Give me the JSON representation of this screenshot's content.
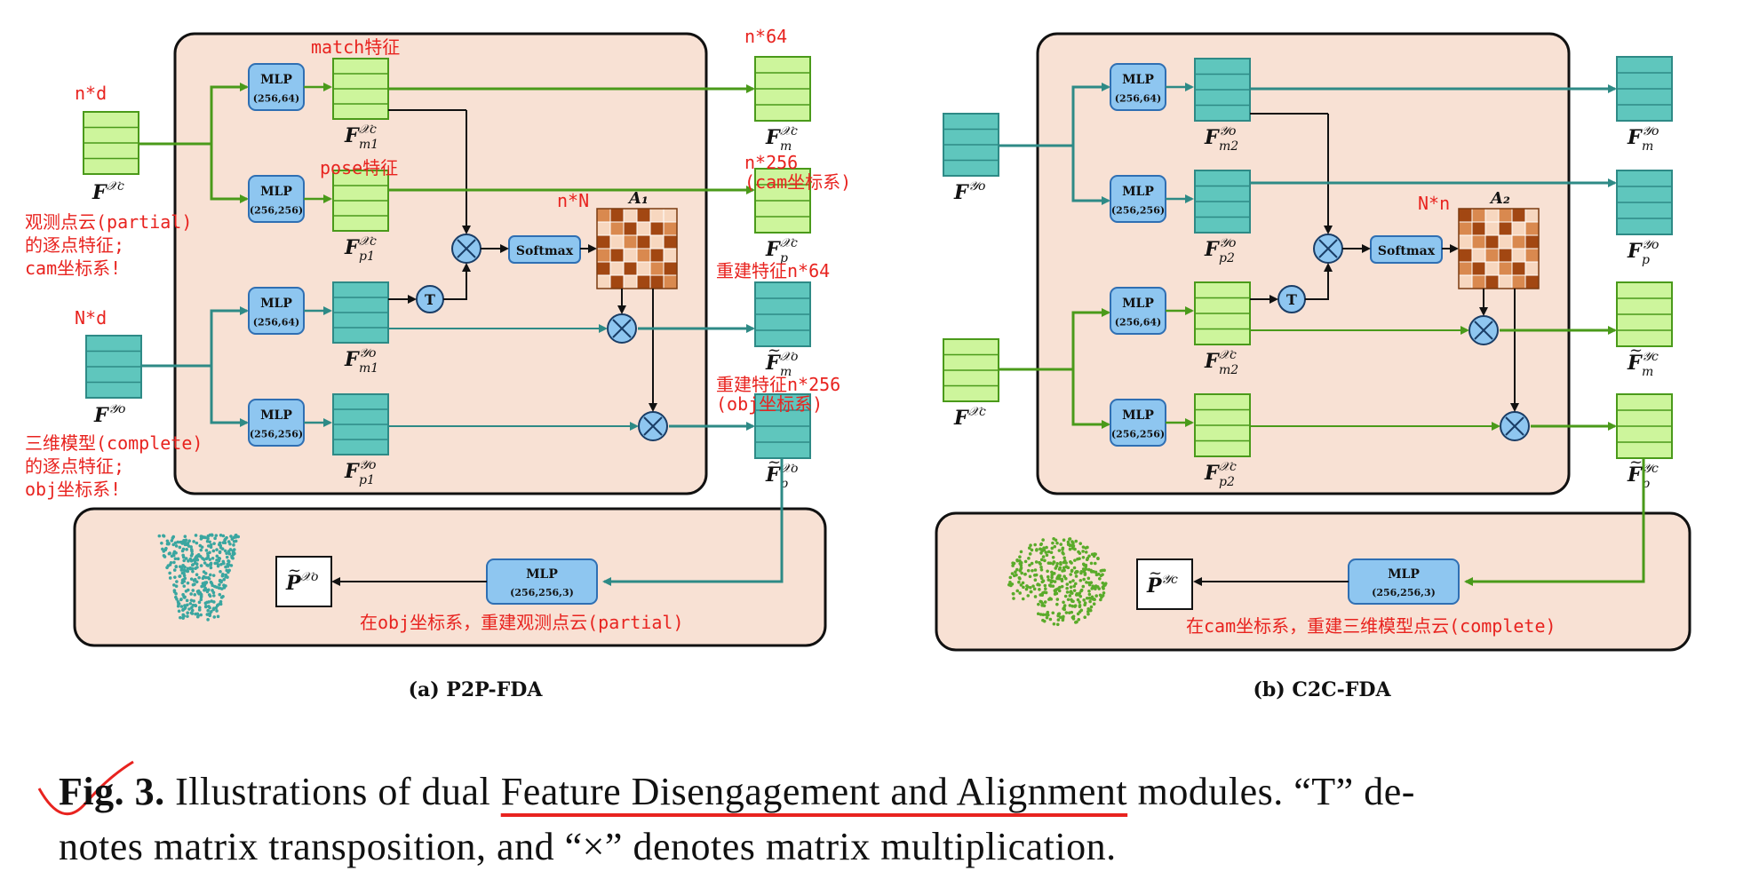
{
  "colors": {
    "panel_fill": "#f8e1d4",
    "teal": "#5fc6bd",
    "teal_dark": "#2e8a86",
    "green": "#cdf59c",
    "green_dark": "#4a9a1a",
    "mlp_fill": "#8ec6f0",
    "mlp_stroke": "#2f6fb3",
    "annotation_red": "#e8231f",
    "heat_dark": "#a24712",
    "heat_mid": "#d9894f",
    "heat_light": "#f7d7bf"
  },
  "panel_a": {
    "subtitle": "(a) P2P-FDA",
    "input_top_label": "n*d",
    "input_top_name": "F^Xc",
    "input_top_note": [
      "观测点云(partial)",
      "的逐点特征;",
      "cam坐标系!"
    ],
    "input_bottom_label": "N*d",
    "input_bottom_name": "F^Yo",
    "input_bottom_note": [
      "三维模型(complete)",
      "的逐点特征;",
      "obj坐标系!"
    ],
    "mlp_blocks": [
      {
        "title": "MLP",
        "dims": "(256,64)"
      },
      {
        "title": "MLP",
        "dims": "(256,256)"
      },
      {
        "title": "MLP",
        "dims": "(256,64)"
      },
      {
        "title": "MLP",
        "dims": "(256,256)"
      }
    ],
    "mid_features": [
      "F_m1^Xc",
      "F_p1^Xc",
      "F_m1^Yo",
      "F_p1^Yo"
    ],
    "note_match": "match特征",
    "note_pose": "pose特征",
    "transpose_label": "T",
    "softmax_label": "Softmax",
    "attention_name": "A1",
    "attention_note": "n*N",
    "output_names": [
      "F_m^Xc",
      "F_p^Xc",
      "~F_m^Xo",
      "~F_p^Xo"
    ],
    "output_notes": [
      "n*64",
      "n*256",
      "(cam坐标系)",
      "重建特征n*64",
      "重建特征n*256",
      "(obj坐标系)"
    ],
    "decoder_mlp": {
      "title": "MLP",
      "dims": "(256,256,3)"
    },
    "decoder_output": "~P^Xo",
    "decoder_note": "在obj坐标系，重建观测点云(partial)"
  },
  "panel_b": {
    "subtitle": "(b) C2C-FDA",
    "input_top_name": "F^Yo",
    "input_bottom_name": "F^Xc",
    "mlp_blocks": [
      {
        "title": "MLP",
        "dims": "(256,64)"
      },
      {
        "title": "MLP",
        "dims": "(256,256)"
      },
      {
        "title": "MLP",
        "dims": "(256,64)"
      },
      {
        "title": "MLP",
        "dims": "(256,256)"
      }
    ],
    "mid_features": [
      "F_m2^Yo",
      "F_p2^Yo",
      "F_m2^Xc",
      "F_p2^Xc"
    ],
    "transpose_label": "T",
    "softmax_label": "Softmax",
    "attention_name": "A2",
    "attention_note": "N*n",
    "output_names": [
      "F_m^Yo",
      "F_p^Yo",
      "~F_m^Yc",
      "~F_p^Yc"
    ],
    "decoder_mlp": {
      "title": "MLP",
      "dims": "(256,256,3)"
    },
    "decoder_output": "~P^Yc",
    "decoder_note": "在cam坐标系，重建三维模型点云(complete)"
  },
  "caption": {
    "label": "Fig. 3.",
    "line1_start": "Illustrations of dual ",
    "line1_underlined": "Feature Disengagement and Alignment",
    "line1_end": " modules. “T” de-",
    "line2": "notes matrix transposition, and “×” denotes matrix multiplication."
  }
}
